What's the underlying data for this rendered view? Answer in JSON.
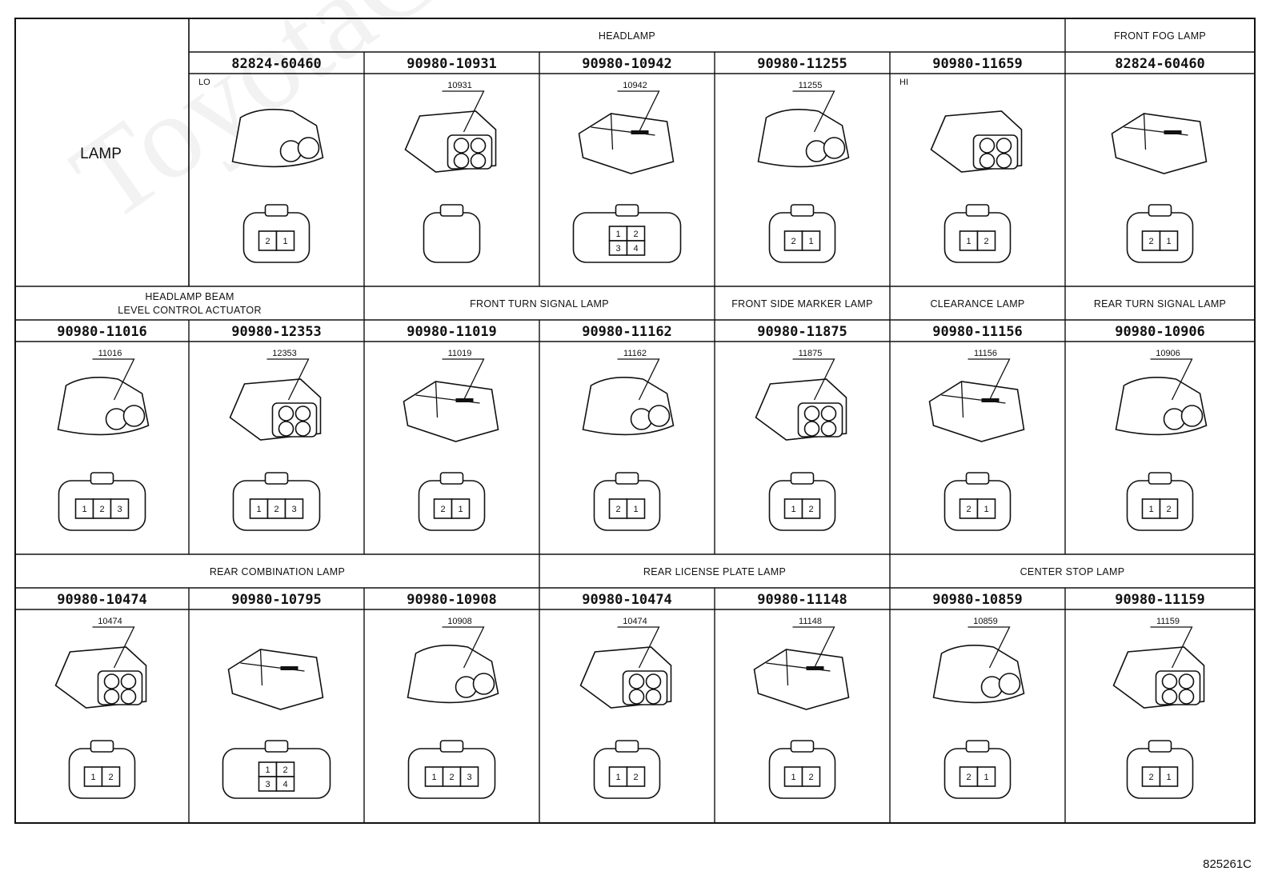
{
  "header_label": "LAMP",
  "groups": [
    {
      "label": "HEADLAMP",
      "row": 0,
      "col": 1,
      "span": 5
    },
    {
      "label": "FRONT FOG LAMP",
      "row": 0,
      "col": 6,
      "span": 1
    },
    {
      "label": "HEADLAMP BEAM",
      "label2": "LEVEL CONTROL ACTUATOR",
      "row": 1,
      "col": 0,
      "span": 2
    },
    {
      "label": "FRONT TURN SIGNAL LAMP",
      "row": 1,
      "col": 2,
      "span": 2
    },
    {
      "label": "FRONT SIDE MARKER LAMP",
      "row": 1,
      "col": 4,
      "span": 1
    },
    {
      "label": "CLEARANCE LAMP",
      "row": 1,
      "col": 5,
      "span": 1
    },
    {
      "label": "REAR TURN SIGNAL LAMP",
      "row": 1,
      "col": 6,
      "span": 1
    },
    {
      "label": "REAR COMBINATION LAMP",
      "row": 2,
      "col": 0,
      "span": 3
    },
    {
      "label": "REAR LICENSE PLATE LAMP",
      "row": 2,
      "col": 3,
      "span": 2
    },
    {
      "label": "CENTER STOP LAMP",
      "row": 2,
      "col": 5,
      "span": 2
    }
  ],
  "cells": [
    {
      "row": 0,
      "col": 1,
      "part": "82824-60460",
      "tag": "LO",
      "callout": "",
      "pins": [
        "2",
        "1"
      ]
    },
    {
      "row": 0,
      "col": 2,
      "part": "90980-10931",
      "tag": "",
      "callout": "10931",
      "pins": []
    },
    {
      "row": 0,
      "col": 3,
      "part": "90980-10942",
      "tag": "",
      "callout": "10942",
      "pins": [
        "1",
        "2",
        "3",
        "4"
      ]
    },
    {
      "row": 0,
      "col": 4,
      "part": "90980-11255",
      "tag": "",
      "callout": "11255",
      "pins": [
        "2",
        "1"
      ]
    },
    {
      "row": 0,
      "col": 5,
      "part": "90980-11659",
      "tag": "HI",
      "callout": "",
      "pins": [
        "1",
        "2"
      ]
    },
    {
      "row": 0,
      "col": 6,
      "part": "82824-60460",
      "tag": "",
      "callout": "",
      "pins": [
        "2",
        "1"
      ]
    },
    {
      "row": 1,
      "col": 0,
      "part": "90980-11016",
      "tag": "",
      "callout": "11016",
      "pins": [
        "1",
        "2",
        "3"
      ]
    },
    {
      "row": 1,
      "col": 1,
      "part": "90980-12353",
      "tag": "",
      "callout": "12353",
      "pins": [
        "1",
        "2",
        "3"
      ]
    },
    {
      "row": 1,
      "col": 2,
      "part": "90980-11019",
      "tag": "",
      "callout": "11019",
      "pins": [
        "2",
        "1"
      ]
    },
    {
      "row": 1,
      "col": 3,
      "part": "90980-11162",
      "tag": "",
      "callout": "11162",
      "pins": [
        "2",
        "1"
      ]
    },
    {
      "row": 1,
      "col": 4,
      "part": "90980-11875",
      "tag": "",
      "callout": "11875",
      "pins": [
        "1",
        "2"
      ]
    },
    {
      "row": 1,
      "col": 5,
      "part": "90980-11156",
      "tag": "",
      "callout": "11156",
      "pins": [
        "2",
        "1"
      ]
    },
    {
      "row": 1,
      "col": 6,
      "part": "90980-10906",
      "tag": "",
      "callout": "10906",
      "pins": [
        "1",
        "2"
      ]
    },
    {
      "row": 2,
      "col": 0,
      "part": "90980-10474",
      "tag": "",
      "callout": "10474",
      "pins": [
        "1",
        "2"
      ]
    },
    {
      "row": 2,
      "col": 1,
      "part": "90980-10795",
      "tag": "",
      "callout": "",
      "pins": [
        "1",
        "2",
        "3",
        "4"
      ]
    },
    {
      "row": 2,
      "col": 2,
      "part": "90980-10908",
      "tag": "",
      "callout": "10908",
      "pins": [
        "1",
        "2",
        "3"
      ]
    },
    {
      "row": 2,
      "col": 3,
      "part": "90980-10474",
      "tag": "",
      "callout": "10474",
      "pins": [
        "1",
        "2"
      ]
    },
    {
      "row": 2,
      "col": 4,
      "part": "90980-11148",
      "tag": "",
      "callout": "11148",
      "pins": [
        "1",
        "2"
      ]
    },
    {
      "row": 2,
      "col": 5,
      "part": "90980-10859",
      "tag": "",
      "callout": "10859",
      "pins": [
        "2",
        "1"
      ]
    },
    {
      "row": 2,
      "col": 6,
      "part": "90980-11159",
      "tag": "",
      "callout": "11159",
      "pins": [
        "2",
        "1"
      ]
    }
  ],
  "drawing_code": "825261C",
  "watermark": "ToyotaCarNet"
}
